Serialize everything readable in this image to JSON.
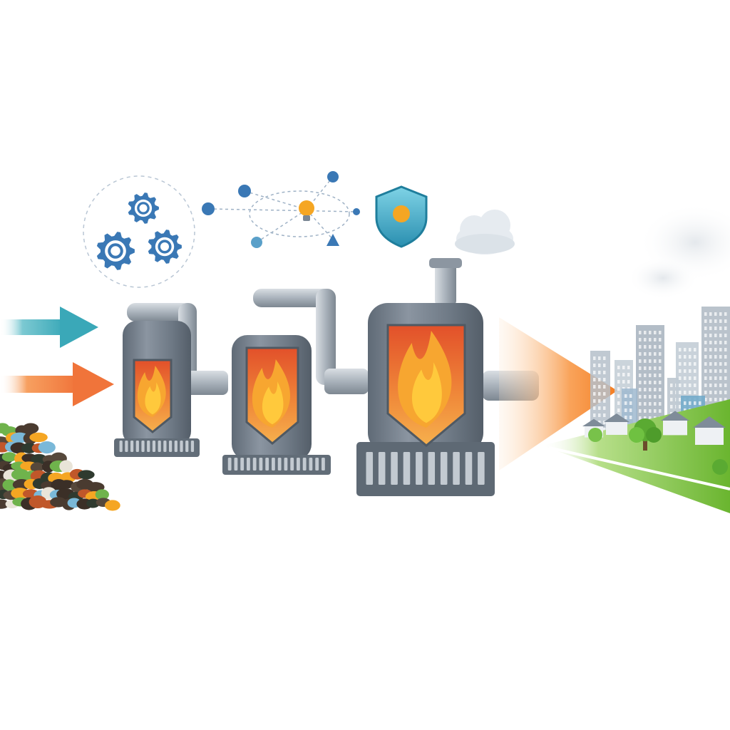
{
  "colors": {
    "background": "#ffffff",
    "arrow_teal": "#3aa8b8",
    "arrow_orange": "#f0743a",
    "metal": "#6f7a86",
    "metal_light": "#aab3bd",
    "flame_outer": "#e8572a",
    "flame_inner": "#ffc93c",
    "shield": "#2aa9c9",
    "gear": "#3a78b5",
    "grass": "#7cc443",
    "city": "#9aa6b2"
  },
  "icons": {
    "inputs": [
      "teal-arrow-icon",
      "orange-arrow-icon"
    ],
    "feedstock": "waste-pile-icon",
    "control": [
      "gear-icon",
      "network-icon",
      "lightbulb-icon",
      "warning-icon",
      "shield-icon"
    ],
    "process": [
      "reactor-small-icon",
      "reactor-medium-icon",
      "reactor-large-icon",
      "flame-icon",
      "pipe-icon",
      "cloud-icon"
    ],
    "output": [
      "energy-beam-icon",
      "city-skyline-icon",
      "tree-icon",
      "smoke-icon"
    ]
  },
  "diagram": {
    "stages": [
      {
        "id": "feed",
        "kind": "feedstock"
      },
      {
        "id": "reactor-1",
        "kind": "reactor",
        "size": "small"
      },
      {
        "id": "reactor-2",
        "kind": "reactor",
        "size": "medium"
      },
      {
        "id": "reactor-3",
        "kind": "reactor",
        "size": "large"
      },
      {
        "id": "output",
        "kind": "city"
      }
    ]
  }
}
